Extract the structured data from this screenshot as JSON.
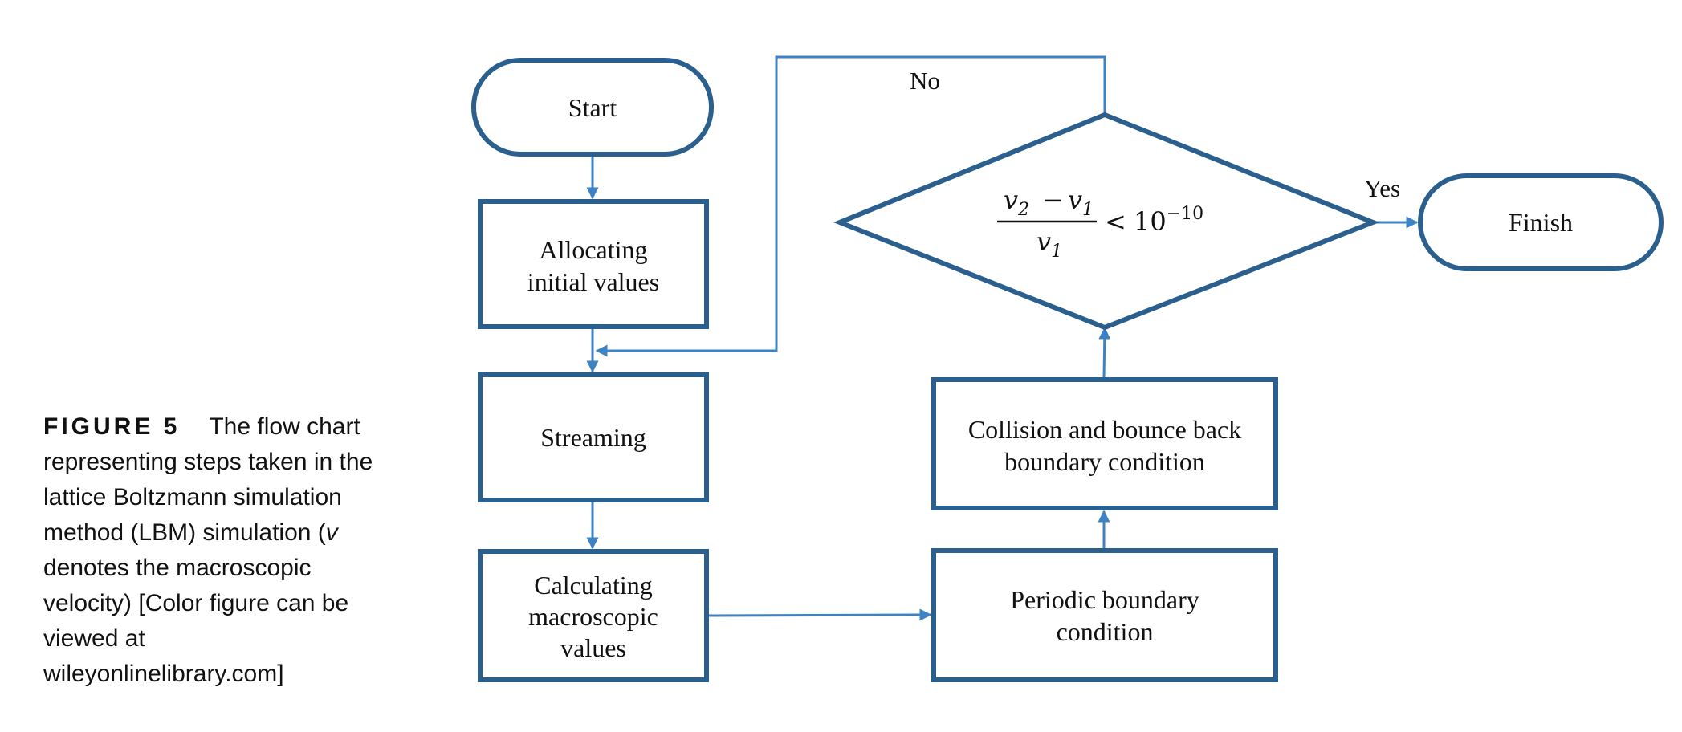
{
  "caption": {
    "label": "FIGURE 5",
    "text_lines": [
      "The flow chart",
      "representing steps taken in the",
      "lattice Boltzmann simulation",
      "method (LBM) simulation (",
      "denotes the macroscopic",
      "velocity) [Color figure can be",
      "viewed at",
      "wileyonlinelibrary.com]"
    ],
    "symbol": "v"
  },
  "colors": {
    "node_stroke": "#2b5f8e",
    "edge": "#3c82c4",
    "text": "#111111"
  },
  "nodes": {
    "start": {
      "shape": "terminator",
      "lines": [
        "Start"
      ]
    },
    "allocating": {
      "shape": "process",
      "lines": [
        "Allocating",
        "initial values"
      ]
    },
    "streaming": {
      "shape": "process",
      "lines": [
        "Streaming"
      ]
    },
    "calculating": {
      "shape": "process",
      "lines": [
        "Calculating",
        "macroscopic",
        "values"
      ]
    },
    "periodic": {
      "shape": "process",
      "lines": [
        "Periodic boundary",
        "condition"
      ]
    },
    "collision": {
      "shape": "process",
      "lines": [
        "Collision and bounce back",
        "boundary condition"
      ]
    },
    "decision": {
      "shape": "decision",
      "condition": {
        "numerator_left": "v",
        "numerator_left_sub": "2",
        "minus": "−",
        "numerator_right": "v",
        "numerator_right_sub": "1",
        "denominator": "v",
        "denominator_sub": "1",
        "relation": "<",
        "threshold_base": "10",
        "threshold_exp": "−10"
      }
    },
    "finish": {
      "shape": "terminator",
      "lines": [
        "Finish"
      ]
    }
  },
  "edges": [
    {
      "from": "start",
      "to": "allocating",
      "label": ""
    },
    {
      "from": "allocating",
      "to": "streaming",
      "label": ""
    },
    {
      "from": "streaming",
      "to": "calculating",
      "label": ""
    },
    {
      "from": "calculating",
      "to": "periodic",
      "label": ""
    },
    {
      "from": "periodic",
      "to": "collision",
      "label": ""
    },
    {
      "from": "collision",
      "to": "decision",
      "label": ""
    },
    {
      "from": "decision",
      "to": "finish",
      "label": "Yes"
    },
    {
      "from": "decision",
      "to": "streaming",
      "label": "No"
    }
  ]
}
